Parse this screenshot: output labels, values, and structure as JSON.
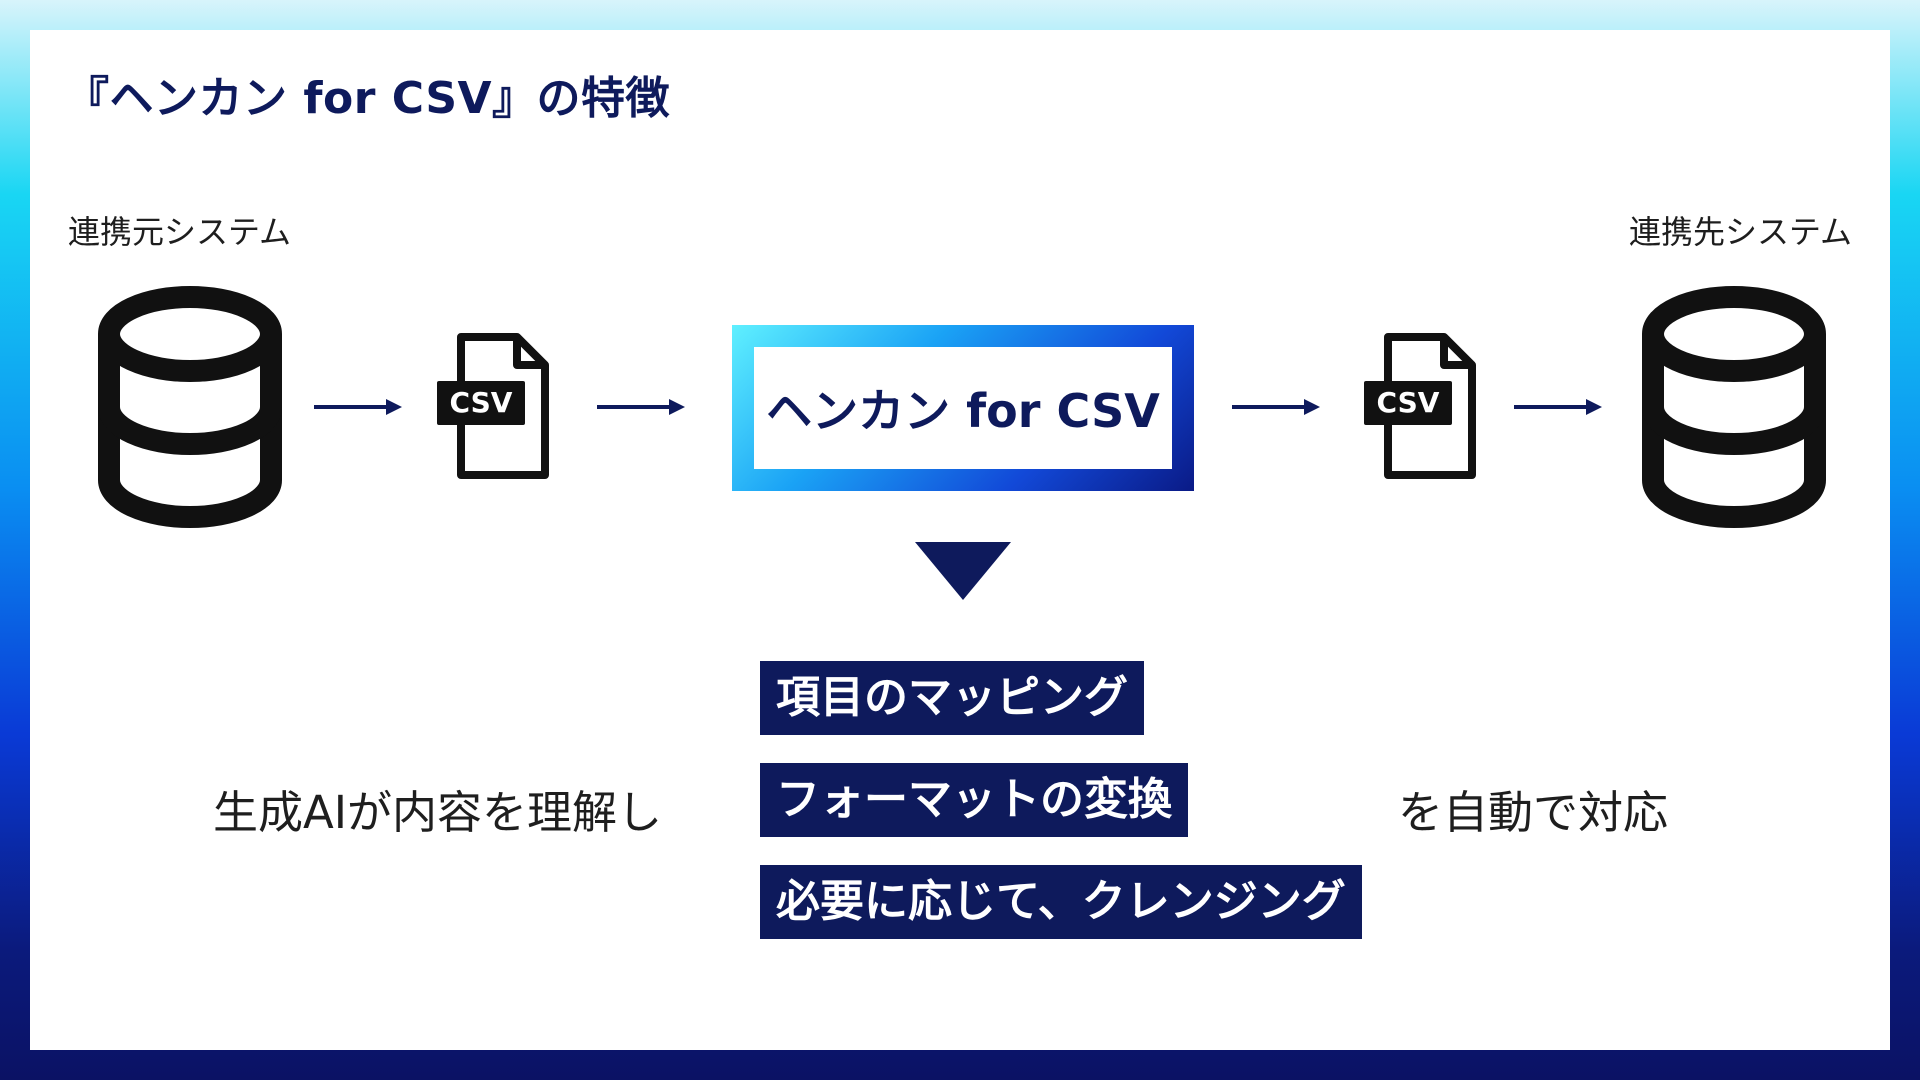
{
  "title": "『ヘンカン for CSV』の特徴",
  "source_label": "連携元システム",
  "target_label": "連携先システム",
  "csv_label": "CSV",
  "product_name": "ヘンカン for CSV",
  "left_phrase": "生成AIが内容を理解し",
  "right_phrase": "を自動で対応",
  "features": [
    "項目のマッピング",
    "フォーマットの変換",
    "必要に応じて、クレンジング"
  ],
  "icons": [
    "database-icon",
    "csv-file-icon",
    "arrow-right-icon",
    "triangle-down-icon"
  ],
  "colors": {
    "navy": "#0e1a5c",
    "icon": "#111111",
    "white": "#ffffff"
  }
}
